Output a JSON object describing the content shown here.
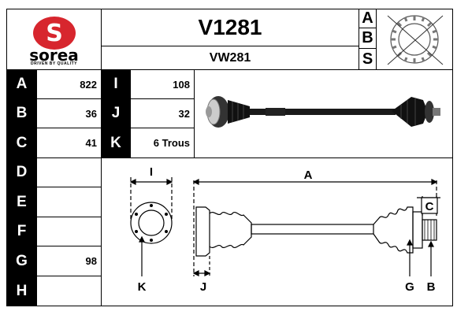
{
  "brand": {
    "name": "sorea",
    "tagline": "DRIVEN BY QUALITY",
    "color": "#d7262e"
  },
  "header": {
    "ref": "V1281",
    "oem": "VW281",
    "abs_letters": [
      "A",
      "B",
      "S"
    ]
  },
  "specs": [
    {
      "label": "A",
      "value": "822",
      "label2": "I",
      "value2": "108"
    },
    {
      "label": "B",
      "value": "36",
      "label2": "J",
      "value2": "32"
    },
    {
      "label": "C",
      "value": "41",
      "label2": "K",
      "value2": "6 Trous"
    },
    {
      "label": "D",
      "value": ""
    },
    {
      "label": "E",
      "value": ""
    },
    {
      "label": "F",
      "value": ""
    },
    {
      "label": "G",
      "value": "98"
    },
    {
      "label": "H",
      "value": ""
    }
  ],
  "diagram": {
    "dim_i": "I",
    "dim_k": "K",
    "dim_a": "A",
    "dim_c": "C",
    "dim_j": "J",
    "dim_g": "G",
    "dim_b": "B"
  },
  "icons": {
    "logo": "sorea-logo-icon",
    "abs_ring": "abs-ring-crossed-icon",
    "shaft_photo": "drive-shaft-photo"
  }
}
